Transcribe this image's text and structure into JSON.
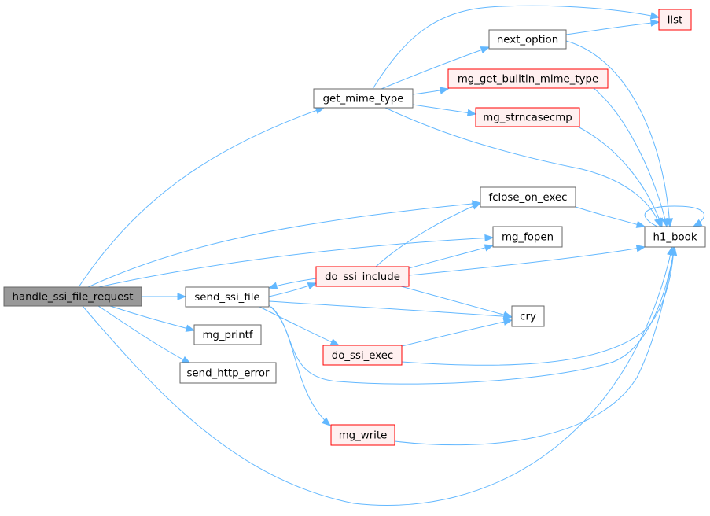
{
  "colors": {
    "edge": "#63b8ff",
    "root_fill": "#999999",
    "root_border": "#666666",
    "normal_fill": "#ffffff",
    "normal_border": "#666666",
    "truncated_fill": "#fff0f0",
    "truncated_border": "#ff0000"
  },
  "nodes": {
    "handle_ssi_file_request": "handle_ssi_file_request",
    "get_mime_type": "get_mime_type",
    "next_option": "next_option",
    "list": "list",
    "mg_get_builtin_mime_type": "mg_get_builtin_mime_type",
    "mg_strncasecmp": "mg_strncasecmp",
    "fclose_on_exec": "fclose_on_exec",
    "h1_book": "h1_book",
    "mg_fopen": "mg_fopen",
    "do_ssi_include": "do_ssi_include",
    "send_ssi_file": "send_ssi_file",
    "cry": "cry",
    "mg_printf": "mg_printf",
    "do_ssi_exec": "do_ssi_exec",
    "send_http_error": "send_http_error",
    "mg_write": "mg_write"
  },
  "node_styles": {
    "handle_ssi_file_request": "root",
    "get_mime_type": "normal",
    "next_option": "normal",
    "list": "truncated",
    "mg_get_builtin_mime_type": "truncated",
    "mg_strncasecmp": "truncated",
    "fclose_on_exec": "normal",
    "h1_book": "normal",
    "mg_fopen": "normal",
    "do_ssi_include": "truncated",
    "send_ssi_file": "normal",
    "cry": "normal",
    "mg_printf": "normal",
    "do_ssi_exec": "truncated",
    "send_http_error": "normal",
    "mg_write": "truncated"
  },
  "edges": [
    [
      "handle_ssi_file_request",
      "get_mime_type"
    ],
    [
      "handle_ssi_file_request",
      "fclose_on_exec"
    ],
    [
      "handle_ssi_file_request",
      "mg_fopen"
    ],
    [
      "handle_ssi_file_request",
      "send_ssi_file"
    ],
    [
      "handle_ssi_file_request",
      "mg_printf"
    ],
    [
      "handle_ssi_file_request",
      "send_http_error"
    ],
    [
      "handle_ssi_file_request",
      "h1_book"
    ],
    [
      "get_mime_type",
      "list"
    ],
    [
      "get_mime_type",
      "next_option"
    ],
    [
      "get_mime_type",
      "mg_get_builtin_mime_type"
    ],
    [
      "get_mime_type",
      "mg_strncasecmp"
    ],
    [
      "get_mime_type",
      "h1_book"
    ],
    [
      "next_option",
      "list"
    ],
    [
      "next_option",
      "h1_book"
    ],
    [
      "mg_get_builtin_mime_type",
      "h1_book"
    ],
    [
      "mg_strncasecmp",
      "h1_book"
    ],
    [
      "fclose_on_exec",
      "h1_book"
    ],
    [
      "h1_book",
      "h1_book"
    ],
    [
      "send_ssi_file",
      "do_ssi_include"
    ],
    [
      "send_ssi_file",
      "cry"
    ],
    [
      "send_ssi_file",
      "do_ssi_exec"
    ],
    [
      "send_ssi_file",
      "mg_write"
    ],
    [
      "send_ssi_file",
      "h1_book"
    ],
    [
      "do_ssi_include",
      "fclose_on_exec"
    ],
    [
      "do_ssi_include",
      "mg_fopen"
    ],
    [
      "do_ssi_include",
      "h1_book"
    ],
    [
      "do_ssi_include",
      "send_ssi_file"
    ],
    [
      "do_ssi_include",
      "cry"
    ],
    [
      "do_ssi_exec",
      "cry"
    ],
    [
      "do_ssi_exec",
      "h1_book"
    ],
    [
      "mg_write",
      "h1_book"
    ]
  ]
}
